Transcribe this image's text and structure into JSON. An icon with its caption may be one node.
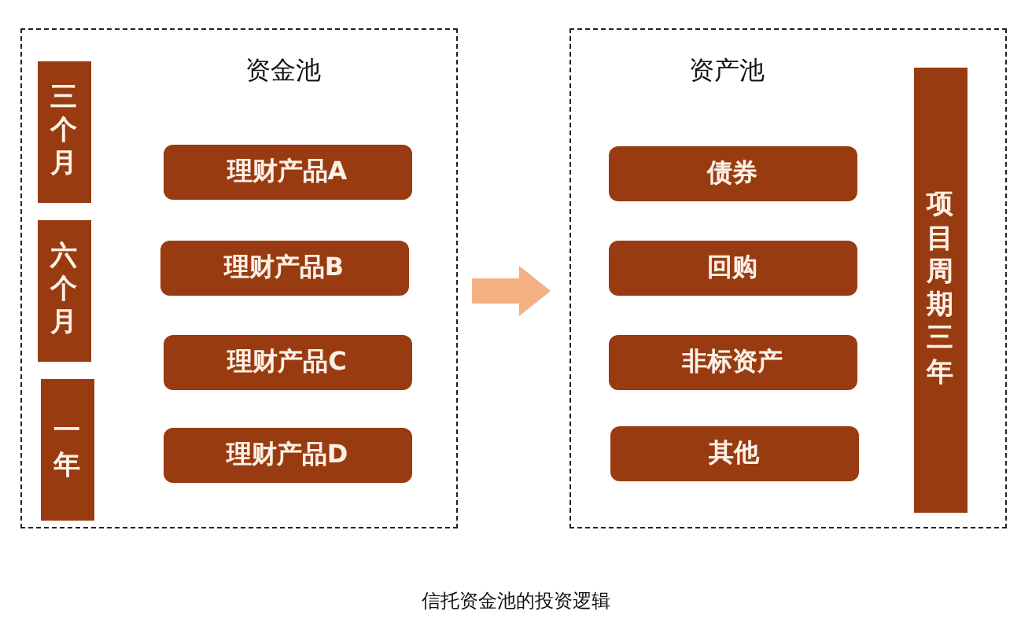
{
  "diagram": {
    "caption": "信托资金池的投资逻辑",
    "nodes": [
      {
        "text": [
          "资金池"
        ]
      },
      {
        "text": [
          "三个月"
        ],
        "in": 0
      },
      {
        "text": [
          "六个月"
        ],
        "in": 0
      },
      {
        "text": [
          "一年"
        ],
        "in": 0
      },
      {
        "text": [
          "理财产品A"
        ],
        "in": 0
      },
      {
        "text": [
          "理财产品B"
        ],
        "in": 0
      },
      {
        "text": [
          "理财产品C"
        ],
        "in": 0
      },
      {
        "text": [
          "理财产品D"
        ],
        "in": 0
      },
      {
        "text": [
          "资产池"
        ]
      },
      {
        "text": [
          "债券"
        ],
        "in": 8
      },
      {
        "text": [
          "回购"
        ],
        "in": 8
      },
      {
        "text": [
          "非标资产"
        ],
        "in": 8
      },
      {
        "text": [
          "其他"
        ],
        "in": 8
      },
      {
        "text": [
          "项目周期三年"
        ],
        "in": 8
      }
    ],
    "edges": [
      {
        "from": 0,
        "to": 8,
        "arrow": "to"
      }
    ]
  }
}
